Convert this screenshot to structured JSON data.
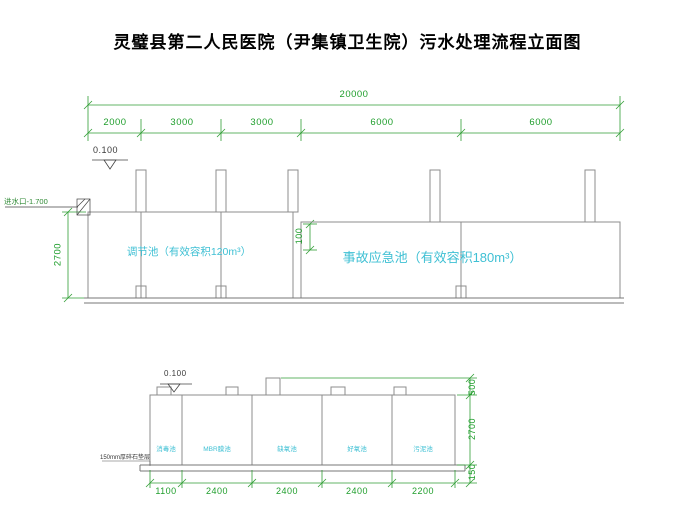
{
  "title": "灵璧县第二人民医院（尹集镇卫生院）污水处理流程立面图",
  "colors": {
    "dimension_green": "#1f9e2c",
    "label_cyan": "#3fc0d4",
    "structure_gray": "#8c8c8c",
    "title_black": "#000000"
  },
  "upper_view": {
    "total_dim": "20000",
    "segment_dims": [
      "2000",
      "3000",
      "3000",
      "6000",
      "6000"
    ],
    "elevation_mark": "0.100",
    "inlet_label": "进水口-1.700",
    "depth_dim": "2700",
    "freeboard_dim": "100",
    "left_tank_label": "调节池（有效容积120m³）",
    "right_tank_label": "事故应急池（有效容积180m³）"
  },
  "lower_view": {
    "elevation_mark": "0.100",
    "foundation_note": "150mm厚碎石垫层",
    "compartment_labels": [
      "消毒池",
      "MBR膜池",
      "缺氧池",
      "好氧池",
      "污泥池"
    ],
    "bottom_dims": [
      "1100",
      "2400",
      "2400",
      "2400",
      "2200"
    ],
    "right_dims": [
      "500",
      "2700",
      "150"
    ]
  }
}
